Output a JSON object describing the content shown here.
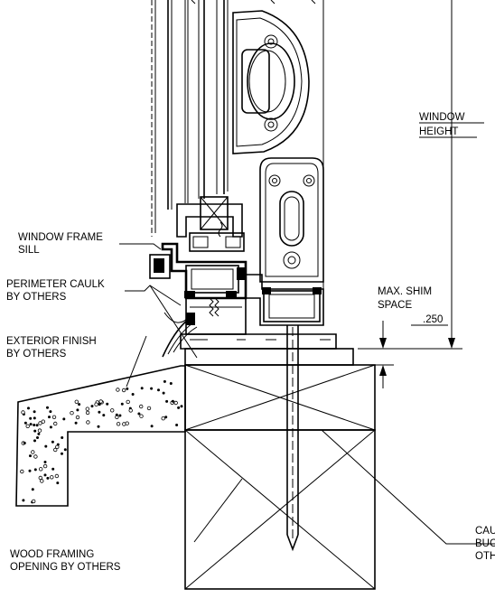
{
  "labels": {
    "window_height_1": "WINDOW",
    "window_height_2": "HEIGHT",
    "frame_sill_1": "WINDOW FRAME",
    "frame_sill_2": "SILL",
    "perimeter_caulk_1": "PERIMETER CAULK",
    "perimeter_caulk_2": "BY OTHERS",
    "exterior_finish_1": "EXTERIOR FINISH",
    "exterior_finish_2": "BY OTHERS",
    "shim_1": "MAX. SHIM",
    "shim_2": "SPACE",
    "shim_value": ".250",
    "wood_framing_1": "WOOD FRAMING",
    "wood_framing_2": "OPENING BY OTHERS",
    "caulk_buck_1": "CAU",
    "caulk_buck_2": "BUC",
    "caulk_buck_3": "OTH"
  },
  "colors": {
    "line": "#000000",
    "background": "#ffffff"
  }
}
